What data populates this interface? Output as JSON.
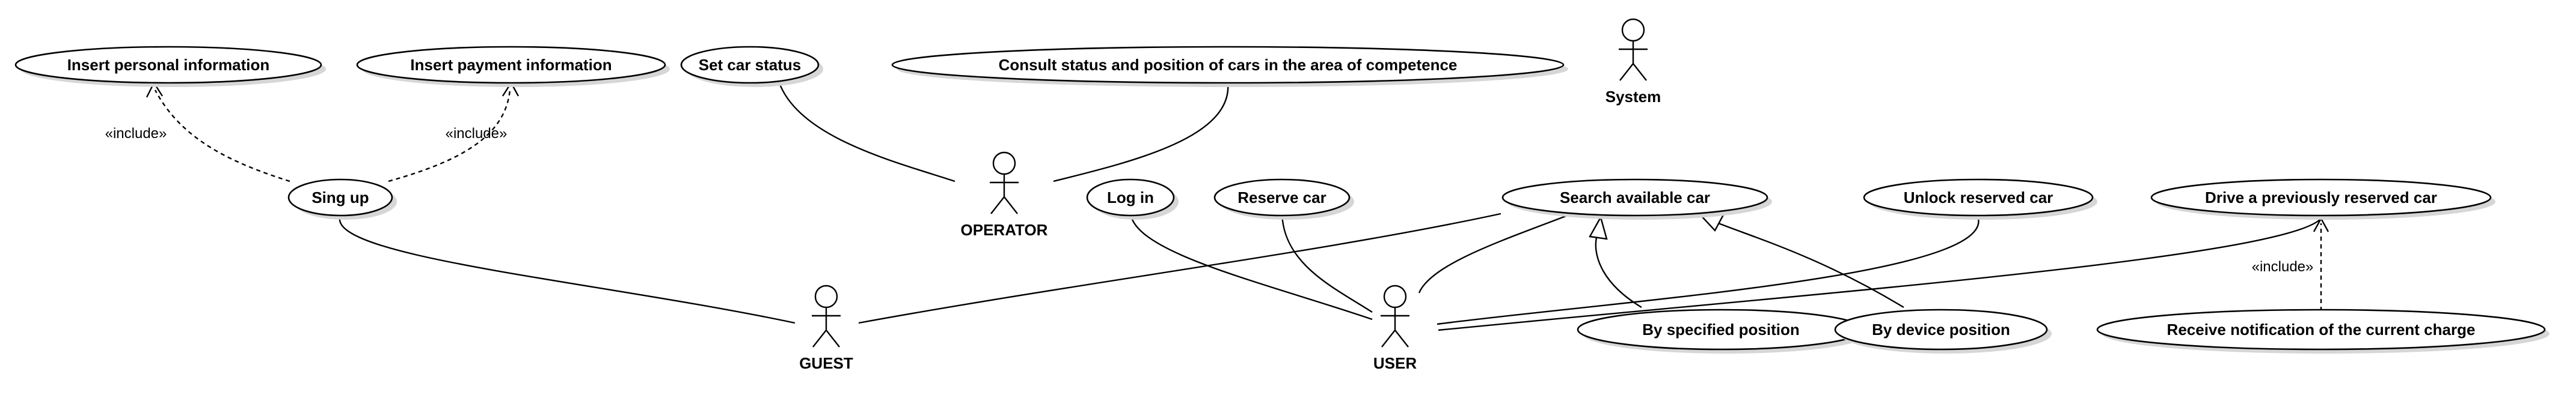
{
  "use_cases": {
    "insert_personal_information": "Insert personal information",
    "insert_payment_information": "Insert payment information",
    "set_car_status": "Set car status",
    "consult_status": "Consult status and position of cars in the area of competence",
    "sing_up": "Sing up",
    "log_in": "Log in",
    "reserve_car": "Reserve car",
    "search_available_car": "Search available car",
    "unlock_reserved_car": "Unlock reserved car",
    "drive_reserved_car": "Drive a previously reserved car",
    "by_specified_position": "By specified position",
    "by_device_position": "By device position",
    "receive_notification": "Receive notification of the current charge"
  },
  "actors": {
    "system": "System",
    "operator": "OPERATOR",
    "guest": "GUEST",
    "user": "USER"
  },
  "stereotypes": {
    "include_personal": "«include»",
    "include_payment": "«include»",
    "include_notification": "«include»"
  }
}
